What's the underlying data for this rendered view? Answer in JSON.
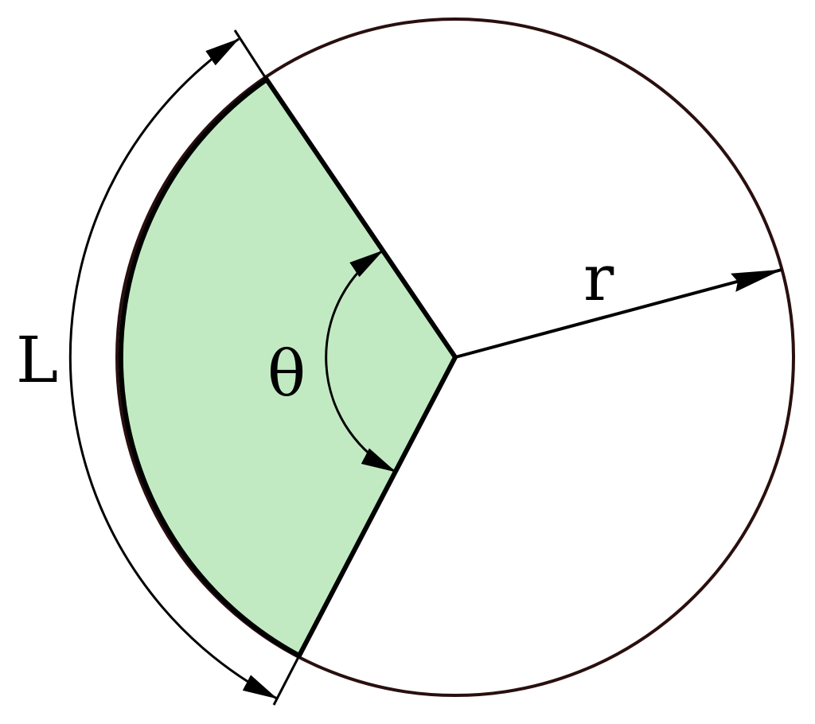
{
  "diagram": {
    "title_labels": {
      "arc_length": "L",
      "angle": "θ",
      "radius": "r"
    },
    "colors": {
      "sector_fill": "#c2eac2",
      "circle_stroke": "#2a0f0f",
      "sector_stroke": "#000000",
      "background": "#ffffff"
    }
  }
}
